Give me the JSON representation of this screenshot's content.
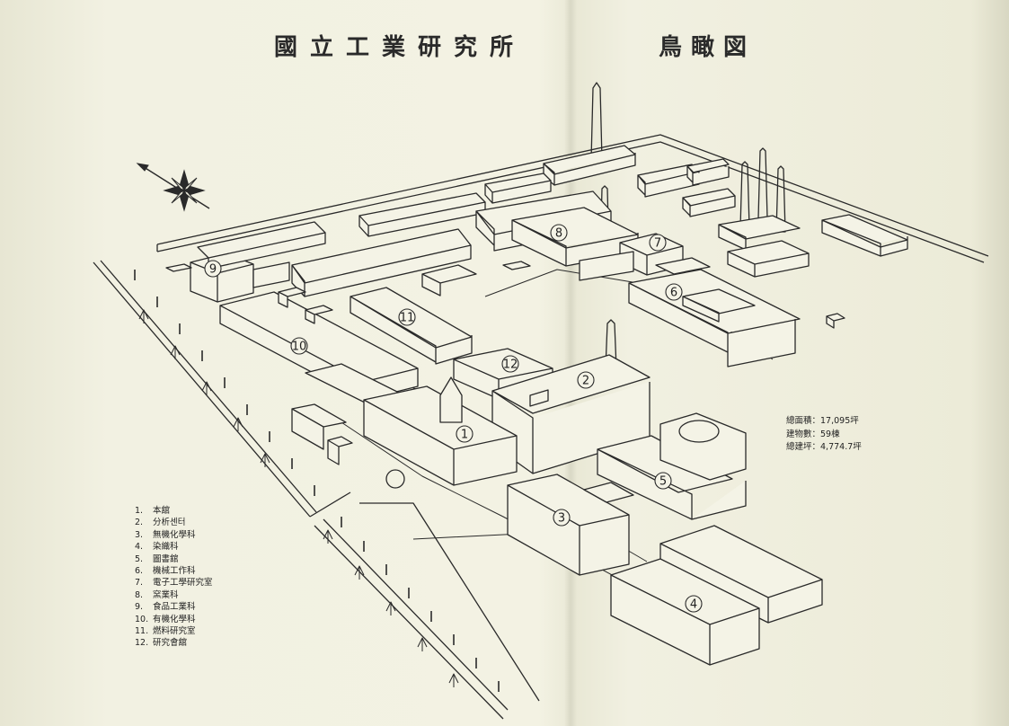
{
  "title": {
    "main": "國立工業研究所",
    "sub": "鳥瞰図"
  },
  "stats": {
    "total_area": "總面積：17,095坪",
    "building_count": "建物數：59棟",
    "floor_area": "總建坪：4,774.7坪"
  },
  "legend": [
    {
      "num": "1.",
      "name": "本舘"
    },
    {
      "num": "2.",
      "name": "分析센터"
    },
    {
      "num": "3.",
      "name": "無機化學科"
    },
    {
      "num": "4.",
      "name": "染織科"
    },
    {
      "num": "5.",
      "name": "圖書舘"
    },
    {
      "num": "6.",
      "name": "機械工作科"
    },
    {
      "num": "7.",
      "name": "電子工學研究室"
    },
    {
      "num": "8.",
      "name": "窯業科"
    },
    {
      "num": "9.",
      "name": "食品工業科"
    },
    {
      "num": "10.",
      "name": "有機化學科"
    },
    {
      "num": "11.",
      "name": "燃料研究室"
    },
    {
      "num": "12.",
      "name": "研究會舘"
    }
  ],
  "markers": [
    "1",
    "2",
    "3",
    "4",
    "5",
    "6",
    "7",
    "8",
    "9",
    "10",
    "11",
    "12"
  ],
  "colors": {
    "ink": "#2a2a2a",
    "paper": "#f1f0e1"
  },
  "icons": {
    "compass": "compass-rose-icon"
  }
}
